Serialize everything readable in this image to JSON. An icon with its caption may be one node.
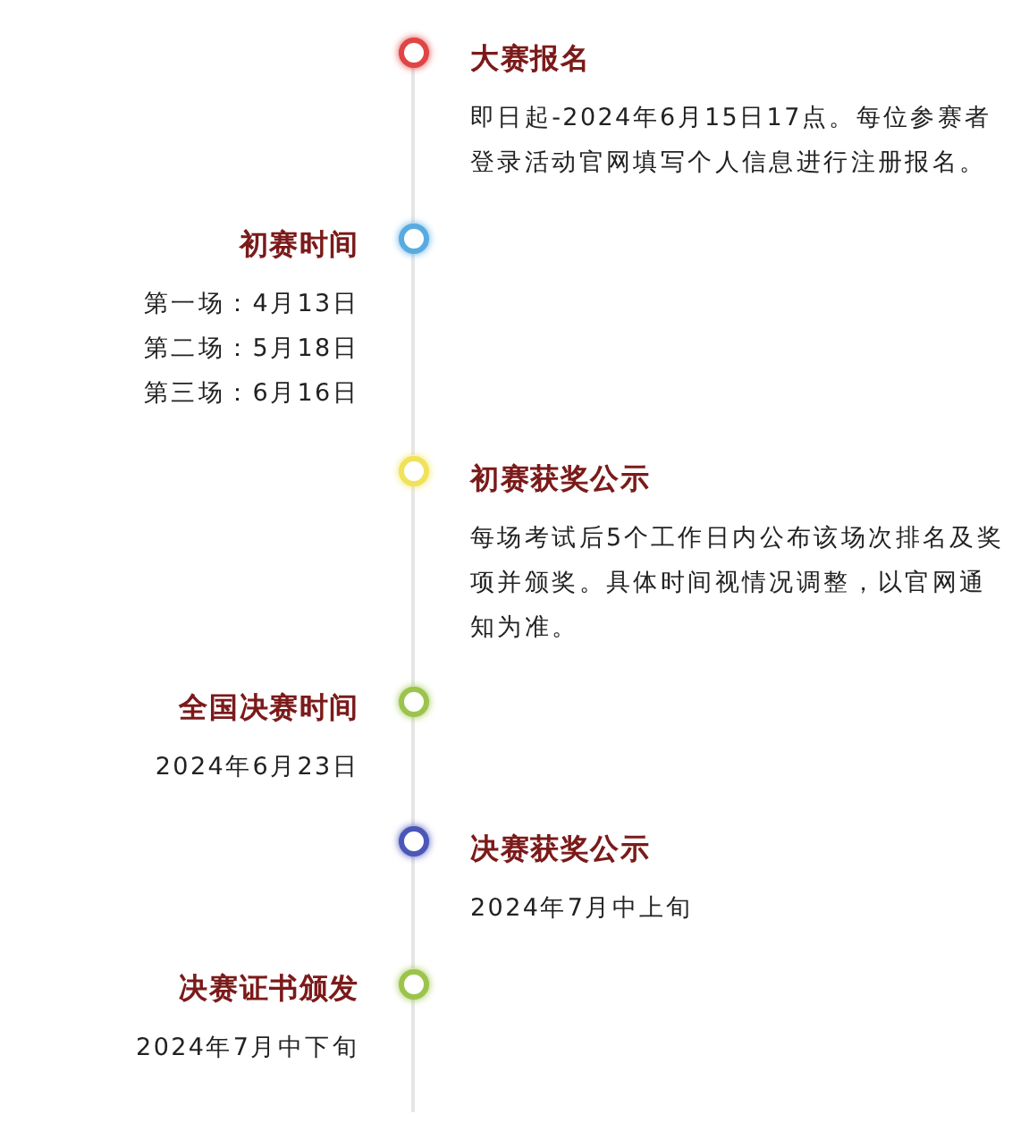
{
  "diagram": {
    "nodes": [
      {
        "text": [],
        "shape": "circle",
        "beside": [
          "大赛报名",
          "即日起-2024年6月15日17点。每位参赛者登录活动官网填写个人信息进行注册报名。"
        ]
      },
      {
        "text": [],
        "shape": "circle",
        "beside": [
          "初赛时间",
          "第一场：4月13日",
          "第二场：5月18日",
          "第三场：6月16日"
        ]
      },
      {
        "text": [],
        "shape": "circle",
        "beside": [
          "初赛获奖公示",
          "每场考试后5个工作日内公布该场次排名及奖项并颁奖。具体时间视情况调整，以官网通知为准。"
        ]
      },
      {
        "text": [],
        "shape": "circle",
        "beside": [
          "全国决赛时间",
          "2024年6月23日"
        ]
      },
      {
        "text": [],
        "shape": "circle",
        "beside": [
          "决赛获奖公示",
          "2024年7月中上旬"
        ]
      },
      {
        "text": [],
        "shape": "circle",
        "beside": [
          "决赛证书颁发",
          "2024年7月中下旬"
        ]
      }
    ],
    "edges": [
      {
        "from": 0,
        "to": 1,
        "arrow": "none"
      },
      {
        "from": 1,
        "to": 2,
        "arrow": "none"
      },
      {
        "from": 2,
        "to": 3,
        "arrow": "none"
      },
      {
        "from": 3,
        "to": 4,
        "arrow": "none"
      },
      {
        "from": 4,
        "to": 5,
        "arrow": "none"
      },
      {
        "from": 5,
        "to": null,
        "arrow": "none"
      }
    ]
  }
}
